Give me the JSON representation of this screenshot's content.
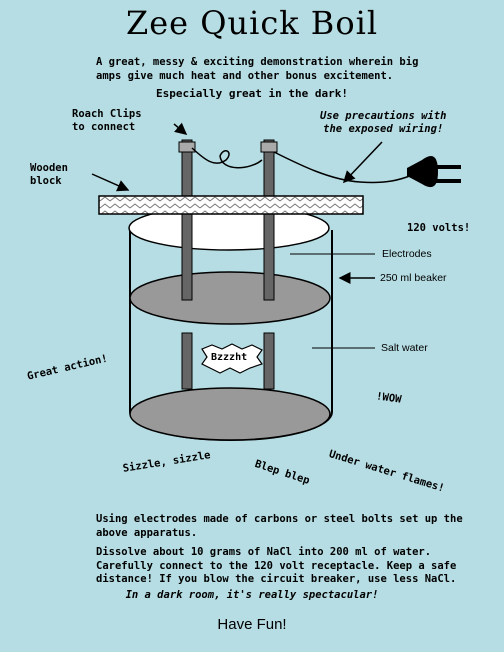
{
  "title": "Zee Quick Boil",
  "intro_line1": "A great, messy & exciting demonstration wherein big",
  "intro_line2": "amps give much heat and other bonus excitement.",
  "dark_note": "Especially great in the dark!",
  "labels": {
    "roach_line1": "Roach Clips",
    "roach_line2": "to connect",
    "wooden_line1": "Wooden",
    "wooden_line2": "block",
    "precaution_line1": "Use precautions with",
    "precaution_line2": "the exposed wiring!",
    "volts": "120 volts!",
    "electrodes": "Electrodes",
    "beaker": "250 ml beaker",
    "salt_water": "Salt water",
    "bzzzht": "Bzzzht",
    "great_action": "Great action!",
    "wow": "WOW!",
    "sizzle": "Sizzle, sizzle",
    "blep": "Blep blep",
    "flames": "Under water flames!"
  },
  "description": {
    "para1_line1": "Using electrodes made of carbons or steel bolts set up the",
    "para1_line2": "above apparatus.",
    "para2_line1": "Dissolve about 10 grams of NaCl into 200 ml of water.",
    "para2_line2": "Carefully connect to the 120 volt receptacle.  Keep a safe",
    "para2_line3": "distance!  If you blow the circuit breaker, use less NaCl."
  },
  "spectacular": "In a dark room, it's really spectacular!",
  "have_fun": "Have Fun!"
}
